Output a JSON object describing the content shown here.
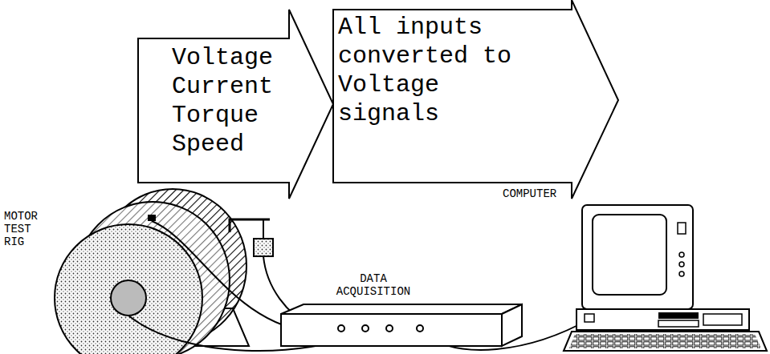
{
  "diagram": {
    "nodes": [
      {
        "text": [
          "Voltage",
          "Current",
          "Torque",
          "Speed"
        ]
      },
      {
        "text": [
          "All inputs converted to Voltage signals"
        ]
      }
    ],
    "labels": [
      "MOTOR TEST RIG",
      "DATA ACQUISITION",
      "COMPUTER"
    ]
  }
}
